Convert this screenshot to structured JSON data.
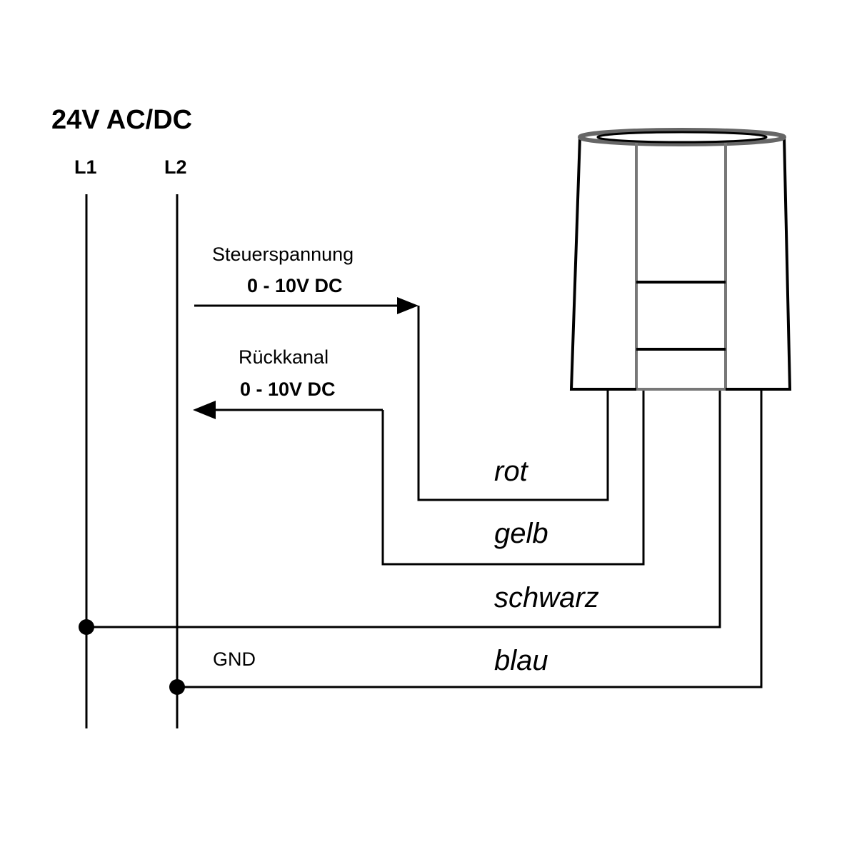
{
  "supply": {
    "title": "24V AC/DC",
    "l1_label": "L1",
    "l2_label": "L2"
  },
  "signals": {
    "control_label": "Steuerspannung",
    "control_range": "0 - 10V DC",
    "feedback_label": "Rückkanal",
    "feedback_range": "0 - 10V DC",
    "gnd_label": "GND"
  },
  "wires": {
    "red": "rot",
    "yellow": "gelb",
    "black": "schwarz",
    "blue": "blau"
  },
  "colors": {
    "line": "#000000",
    "actuator_stripe": "#777777"
  },
  "icons": {
    "actuator": "actuator-icon",
    "junction": "junction-dot-icon",
    "arrow": "arrow-head-icon"
  }
}
